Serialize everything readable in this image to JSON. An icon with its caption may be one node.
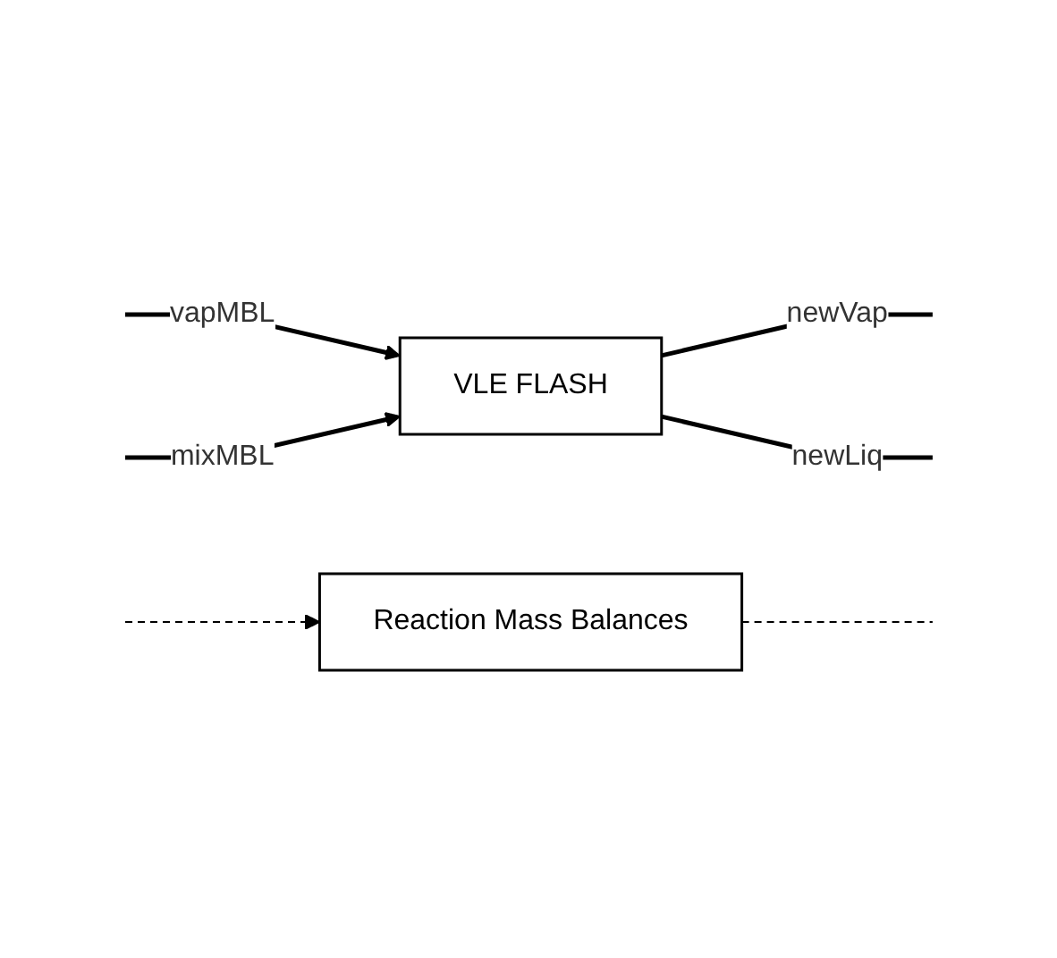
{
  "diagram": {
    "nodes": [
      {
        "text": [
          "VLE FLASH"
        ]
      },
      {
        "text": [
          "Reaction Mass Balances"
        ]
      }
    ],
    "edges": [
      {
        "from": null,
        "to": 0,
        "arrow": "to",
        "label": "vapMBL"
      },
      {
        "from": null,
        "to": 0,
        "arrow": "to",
        "label": "mixMBL"
      },
      {
        "from": 0,
        "to": null,
        "arrow": "none",
        "label": "newVap"
      },
      {
        "from": 0,
        "to": null,
        "arrow": "none",
        "label": "newLiq"
      },
      {
        "from": 1,
        "to": null,
        "arrow": "none",
        "style": "dashed"
      },
      {
        "from": null,
        "to": 1,
        "arrow": "to",
        "style": "dashed"
      }
    ]
  }
}
